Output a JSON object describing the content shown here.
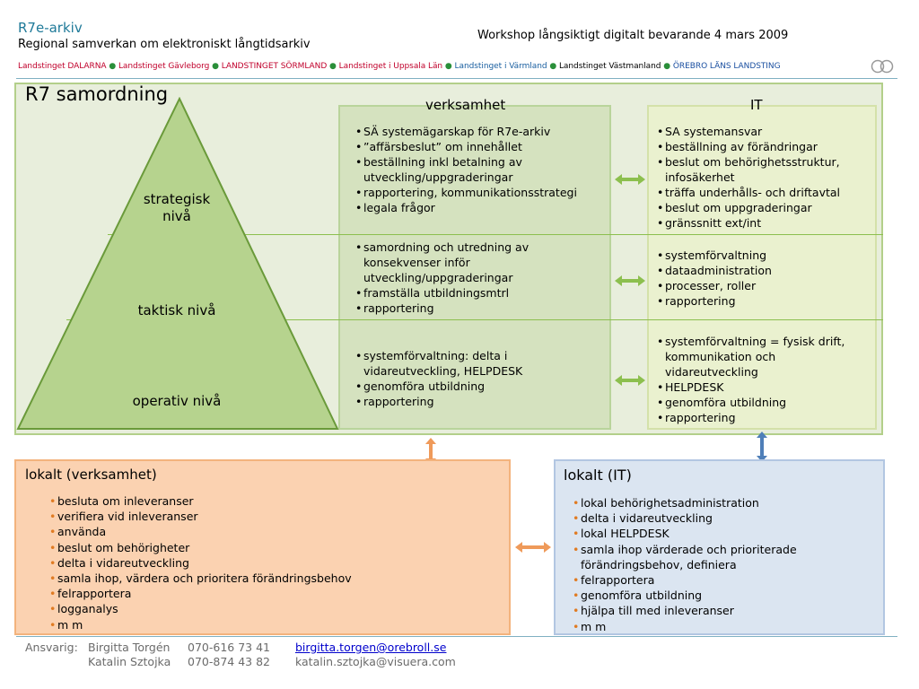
{
  "header": {
    "app_title": "R7e-arkiv",
    "app_subtitle": "Regional samverkan om elektroniskt långtidsarkiv",
    "workshop": "Workshop långsiktigt digitalt bevarande 4 mars 2009"
  },
  "orgs": [
    {
      "name": "Landstinget DALARNA",
      "color": "#c0002b"
    },
    {
      "name": "Landstinget Gävleborg",
      "color": "#c0002b"
    },
    {
      "name": "LANDSTINGET SÖRMLAND",
      "color": "#c0002b"
    },
    {
      "name": "Landstinget i Uppsala Län",
      "color": "#c0002b"
    },
    {
      "name": "Landstinget i Värmland",
      "color": "#1a5fa0"
    },
    {
      "name": "Landstinget Västmanland",
      "color": "#000000"
    },
    {
      "name": "ÖREBRO LÄNS LANDSTING",
      "color": "#1a4fa0"
    }
  ],
  "org_bullet_color": "#2a8f3a",
  "main": {
    "title": "R7 samordning",
    "col_verksamhet": "verksamhet",
    "col_it": "IT",
    "levels": [
      "strategisk nivå",
      "taktisk nivå",
      "operativ nivå"
    ],
    "strategic_verksamhet": [
      "SÄ systemägarskap för R7e-arkiv",
      "”affärsbeslut” om innehållet",
      "beställning inkl betalning av utveckling/uppgraderingar",
      "rapportering, kommunikationsstrategi",
      "legala frågor"
    ],
    "strategic_it": [
      "SA systemansvar",
      "beställning av förändringar",
      "beslut om behörighetsstruktur, infosäkerhet",
      "träffa underhålls- och driftavtal",
      "beslut om uppgraderingar",
      "gränssnitt ext/int"
    ],
    "tactical_verksamhet": [
      "samordning och utredning av konsekvenser inför utveckling/uppgraderingar",
      "framställa utbildningsmtrl",
      "rapportering"
    ],
    "tactical_it": [
      "systemförvaltning",
      "dataadministration",
      "processer, roller",
      "rapportering"
    ],
    "operative_verksamhet": [
      "systemförvaltning: delta i vidareutveckling, HELPDESK",
      "genomföra utbildning",
      "rapportering"
    ],
    "operative_it": [
      "systemförvaltning = fysisk drift, kommunikation och vidareutveckling",
      "HELPDESK",
      "genomföra utbildning",
      "rapportering"
    ]
  },
  "local_verksamhet": {
    "title": "lokalt (verksamhet)",
    "items": [
      "besluta om inleveranser",
      "verifiera vid inleveranser",
      "använda",
      "beslut om behörigheter",
      "delta i vidareutveckling",
      "samla ihop, värdera och prioritera förändringsbehov",
      "felrapportera",
      "logganalys",
      "m m"
    ]
  },
  "local_it": {
    "title": "lokalt (IT)",
    "items": [
      "lokal behörighetsadministration",
      "delta i vidareutveckling",
      "lokal HELPDESK",
      "samla ihop värderade och prioriterade förändringsbehov, definiera",
      "felrapportera",
      "genomföra utbildning",
      "hjälpa till med inleveranser",
      "m m"
    ]
  },
  "footer": {
    "label": "Ansvarig:",
    "person1": "Birgitta Torgén",
    "phone1": "070-616 73 41",
    "email1": "birgitta.torgen@orebroll.se",
    "person2": "Katalin Sztojka",
    "phone2": "070-874 43 82",
    "email2": "katalin.sztojka@visuera.com"
  },
  "colors": {
    "triangle_fill": "#b6d38e",
    "triangle_stroke": "#6a9a3a",
    "green_arrow": "#8cbf4e",
    "orange_arrow": "#ef9a5a",
    "blue_arrow": "#4f7fb8"
  }
}
